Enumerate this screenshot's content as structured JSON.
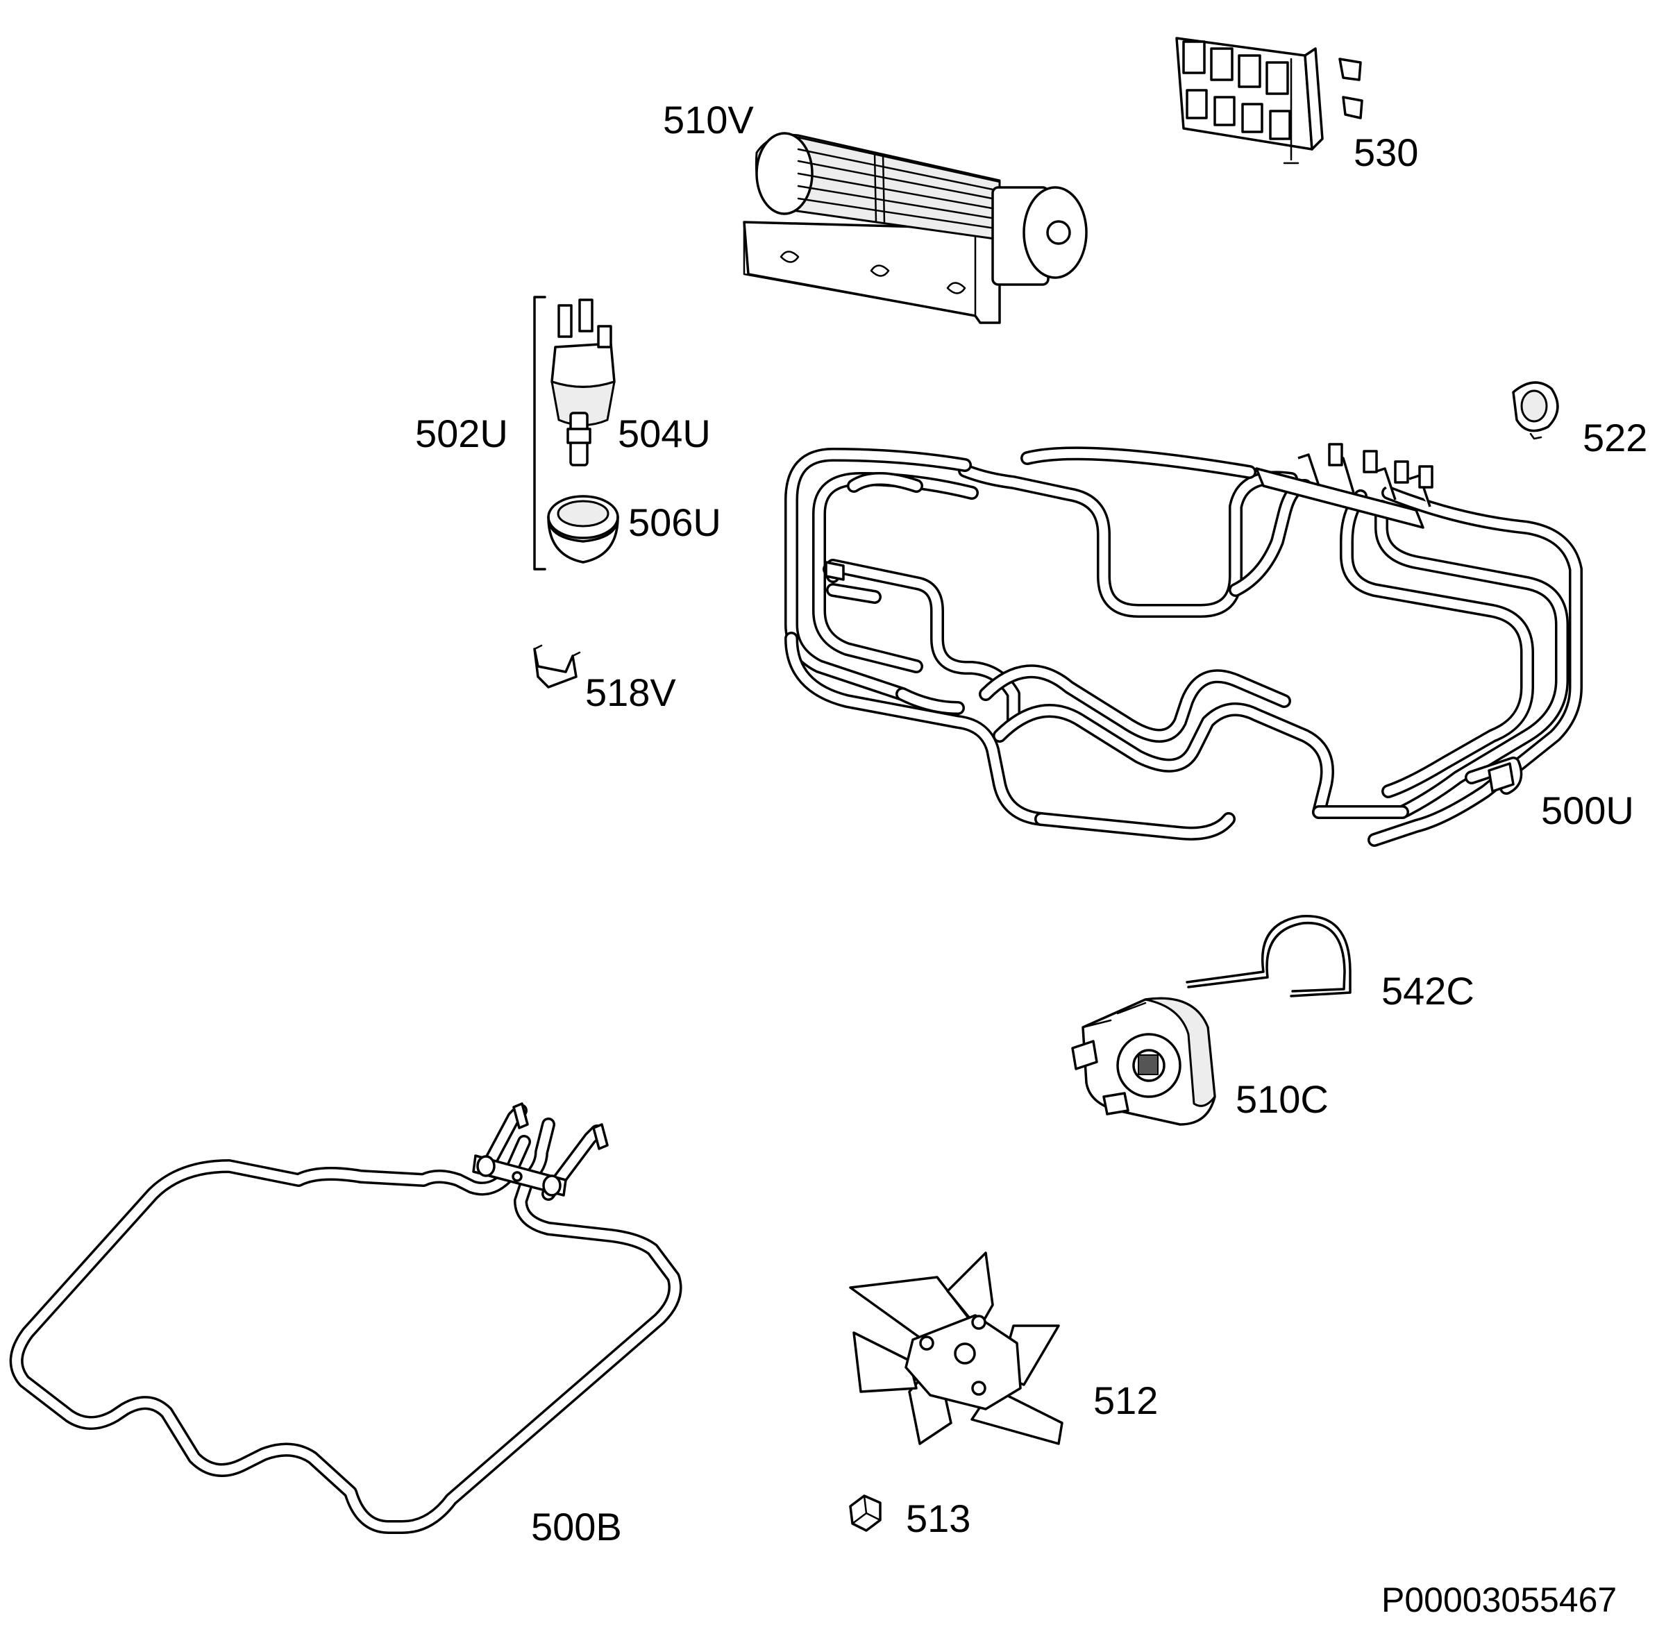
{
  "labels": {
    "l510V": "510V",
    "l530": "530",
    "l502U": "502U",
    "l504U": "504U",
    "l506U": "506U",
    "l522": "522",
    "l518V": "518V",
    "l500U": "500U",
    "l542C": "542C",
    "l510C": "510C",
    "l512": "512",
    "l500B": "500B",
    "l513": "513"
  },
  "drawing_code": "P00003055467"
}
